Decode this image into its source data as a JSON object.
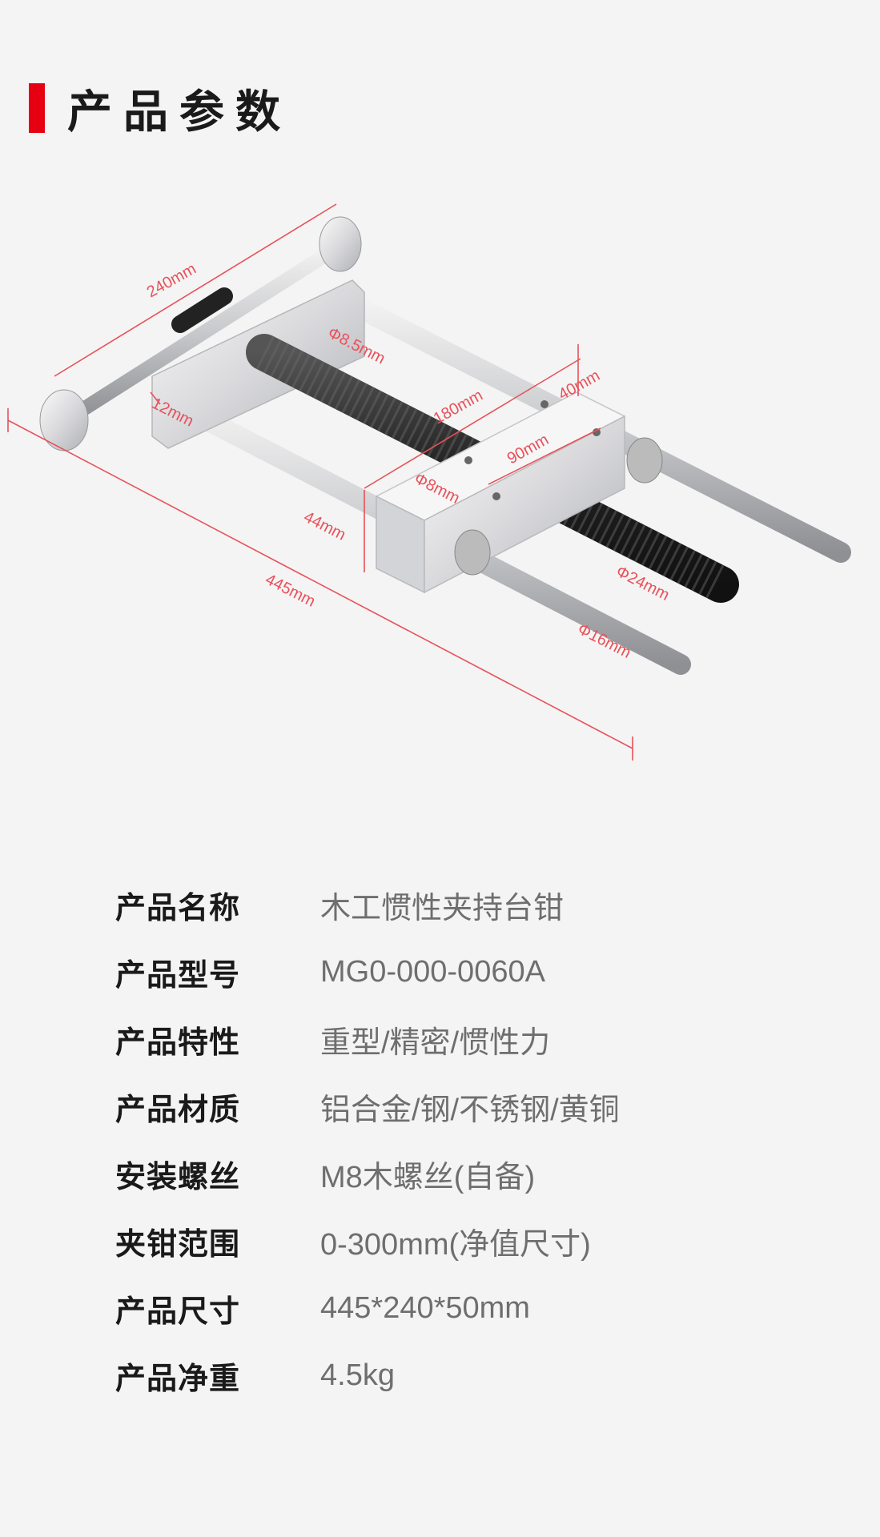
{
  "header": {
    "title": "产品参数",
    "accent_color": "#e60012"
  },
  "figure": {
    "dimensions": {
      "length_total": "445mm",
      "handle_length": "240mm",
      "rod_spacing": "180mm",
      "hole_spacing": "90mm",
      "jaw_thickness": "40mm",
      "jaw_height": "44mm",
      "back_plate": "12mm",
      "hole_small": "Φ8.5mm",
      "hole_jaw": "Φ8mm",
      "screw_diameter": "Φ24mm",
      "rod_diameter": "Φ16mm"
    }
  },
  "specs": [
    {
      "label": "产品名称",
      "value": "木工惯性夹持台钳"
    },
    {
      "label": "产品型号",
      "value": "MG0-000-0060A"
    },
    {
      "label": "产品特性",
      "value": "重型/精密/惯性力"
    },
    {
      "label": "产品材质",
      "value": "铝合金/钢/不锈钢/黄铜"
    },
    {
      "label": "安装螺丝",
      "value": "M8木螺丝(自备)"
    },
    {
      "label": "夹钳范围",
      "value": "0-300mm(净值尺寸)"
    },
    {
      "label": "产品尺寸",
      "value": "445*240*50mm"
    },
    {
      "label": "产品净重",
      "value": "4.5kg"
    }
  ]
}
